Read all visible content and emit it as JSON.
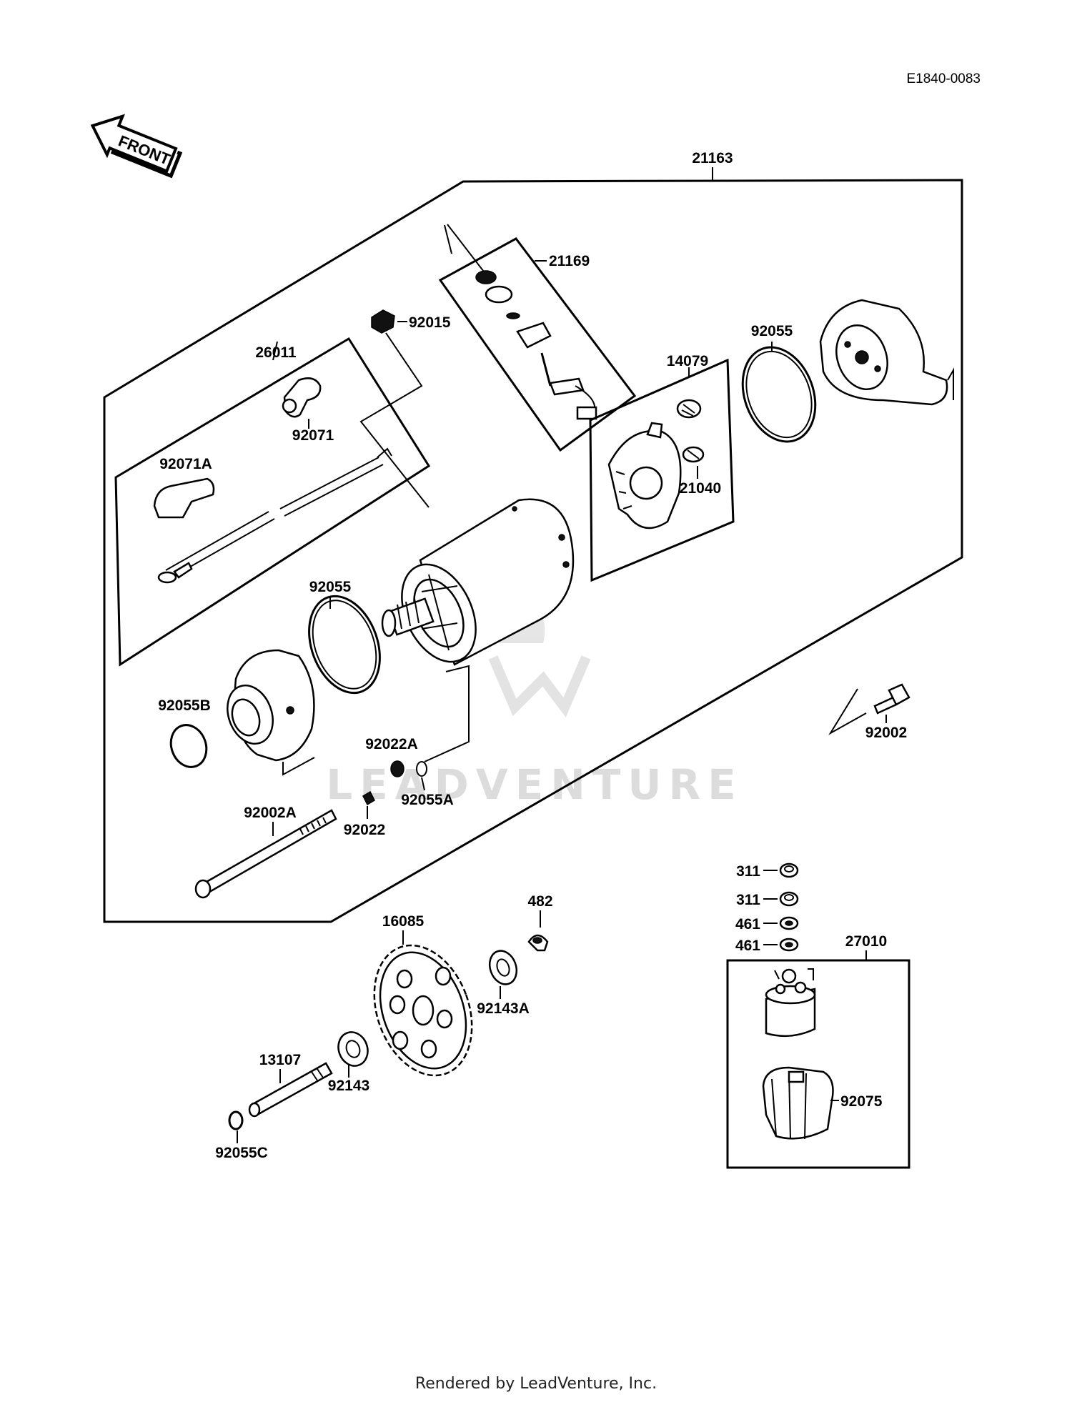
{
  "diagram_code": "E1840-0083",
  "front_arrow": {
    "label": "FRONT",
    "icon": "front-arrow-icon"
  },
  "footer_credit": "Rendered by LeadVenture, Inc.",
  "watermark_text": "LEADVENTURE",
  "part_labels": {
    "p21163": "21163",
    "p21169": "21169",
    "p92015": "92015",
    "p26011": "26011",
    "p92071": "92071",
    "p92071A": "92071A",
    "p92055_top": "92055",
    "p14079": "14079",
    "p21040": "21040",
    "p92055_mid": "92055",
    "p92055B": "92055B",
    "p92022A": "92022A",
    "p92055A": "92055A",
    "p92022": "92022",
    "p92002A": "92002A",
    "p92002": "92002",
    "p311_a": "311",
    "p311_b": "311",
    "p461_a": "461",
    "p461_b": "461",
    "p27010": "27010",
    "p92075": "92075",
    "p482": "482",
    "p16085": "16085",
    "p92143A": "92143A",
    "p13107": "13107",
    "p92143": "92143",
    "p92055C": "92055C"
  },
  "colors": {
    "line": "#000000",
    "background": "#ffffff",
    "watermark": "#d9d9d9"
  }
}
